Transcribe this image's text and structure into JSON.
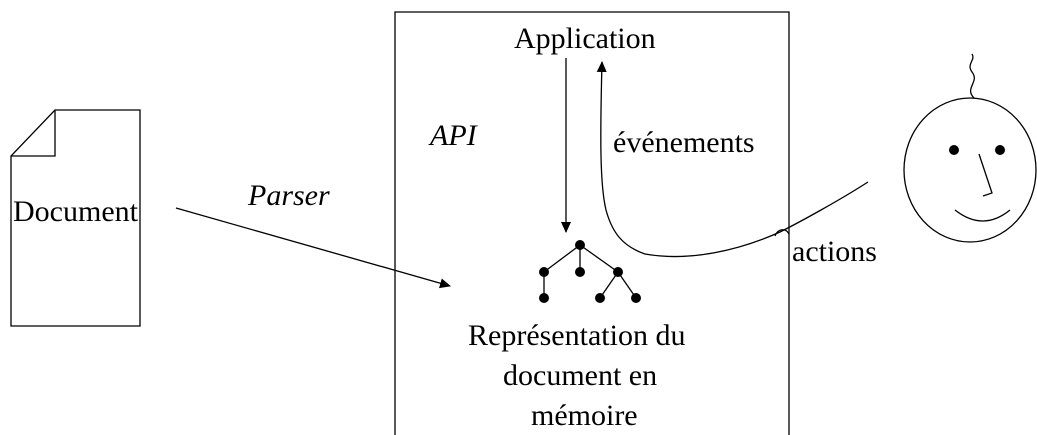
{
  "labels": {
    "document": "Document",
    "parser": "Parser",
    "application": "Application",
    "api": "API",
    "evenements": "événements",
    "actions": "actions",
    "representation_line1": "Représentation du",
    "representation_line2": "document en",
    "representation_line3": "mémoire"
  },
  "icons": {
    "document": "document-icon",
    "tree": "tree-icon",
    "user": "user-face-icon"
  }
}
